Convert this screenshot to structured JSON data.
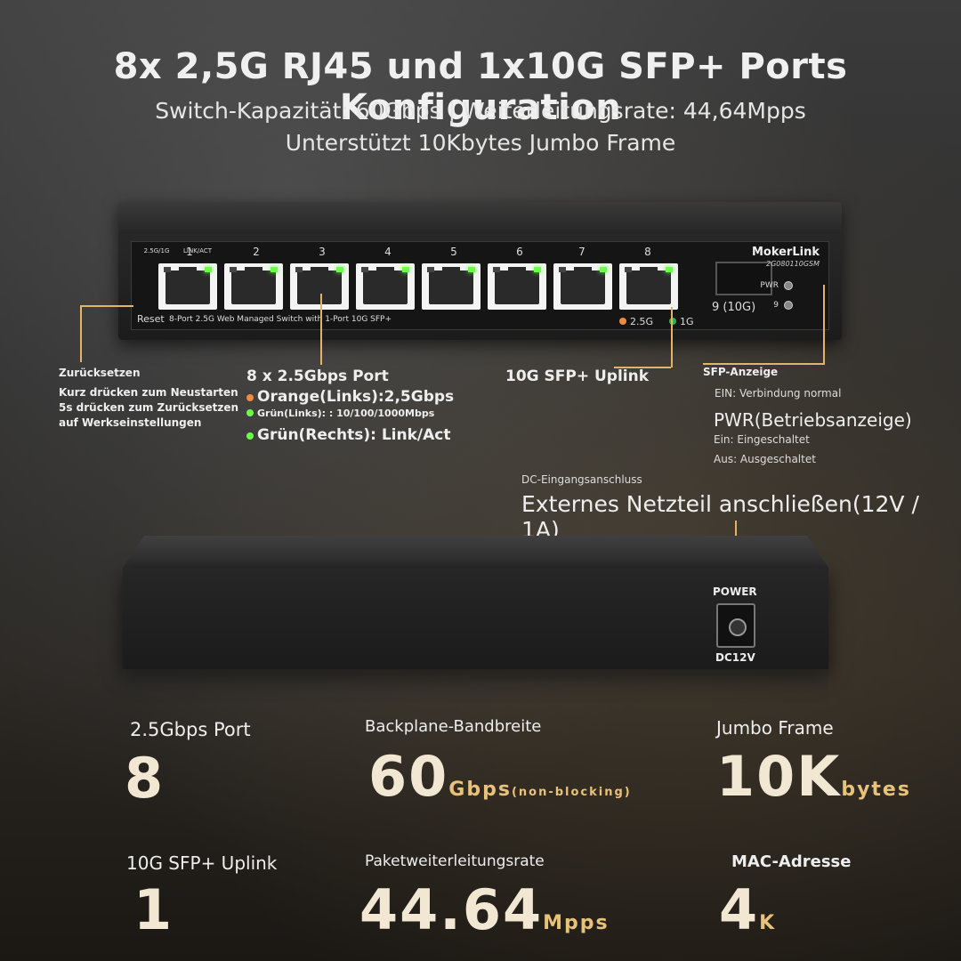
{
  "header": {
    "title": "8x 2,5G RJ45 und 1x10G SFP+ Ports Konfiguration",
    "subtitle1": "Switch-Kapazität: 60Gbps | Weiterleitungsrate: 44,64Mpps",
    "subtitle2": "Unterstützt 10Kbytes Jumbo Frame"
  },
  "front": {
    "brand": "MokerLink",
    "model": "2G080110GSM",
    "port1_speed_label": "2.5G/1G",
    "port1_link_label": "LINK/ACT",
    "ports": [
      "1",
      "2",
      "3",
      "4",
      "5",
      "6",
      "7",
      "8"
    ],
    "sfp_label": "9 (10G)",
    "pwr_label": "PWR",
    "nine_label": "9",
    "reset_label": "Reset",
    "description": "8-Port 2.5G Web Managed Switch with 1-Port 10G SFP+",
    "legend_25": "2.5G",
    "legend_1g": "1G"
  },
  "annotations": {
    "reset_title": "Zurücksetzen",
    "reset_desc1": "Kurz drücken zum Neustarten",
    "reset_desc2": "5s drücken zum Zurücksetzen",
    "reset_desc3": "auf Werkseinstellungen",
    "port_title": "8 x 2.5Gbps Port",
    "port_orange": "Orange(Links):2,5Gbps",
    "port_green_left": "Grün(Links): : 10/100/1000Mbps",
    "port_green_right": "Grün(Rechts): Link/Act",
    "uplink": "10G SFP+ Uplink",
    "sfp_indicator_title": "SFP-Anzeige",
    "sfp_indicator_desc": "EIN: Verbindung normal",
    "pwr_title": "PWR(Betriebsanzeige)",
    "pwr_on": "Ein: Eingeschaltet",
    "pwr_off": "Aus: Ausgeschaltet",
    "dc_small": "DC-Eingangsanschluss",
    "dc_big": "Externes Netzteil anschließen(12V / 1A)"
  },
  "back": {
    "power_label": "POWER",
    "dc12_label": "DC12V"
  },
  "stats": [
    {
      "label": "2.5Gbps Port",
      "value": "8",
      "unit": ""
    },
    {
      "label": "Backplane-Bandbreite",
      "value": "60",
      "unit": "Gbps",
      "note": "(non-blocking)"
    },
    {
      "label": "Jumbo Frame",
      "value": "10K",
      "unit": "bytes"
    },
    {
      "label": "10G SFP+ Uplink",
      "value": "1",
      "unit": ""
    },
    {
      "label": "Paketweiterleitungsrate",
      "value": "44.64",
      "unit": "Mpps"
    },
    {
      "label": "MAC-Adresse",
      "value": "4",
      "unit": "K"
    }
  ],
  "colors": {
    "accent_gold": "#e0b56a",
    "led_green": "#6cff4a",
    "led_orange": "#f08a3c"
  }
}
